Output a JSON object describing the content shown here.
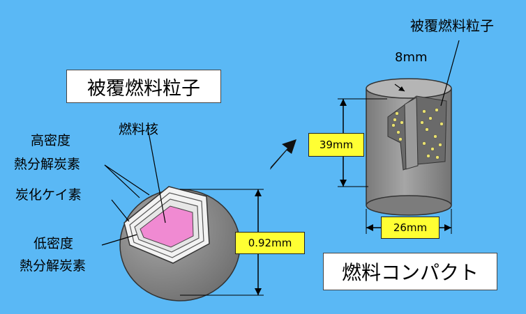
{
  "particle": {
    "title": "被覆燃料粒子",
    "labels": {
      "kernel": "燃料核",
      "high_density_1": "高密度",
      "high_density_2": "熱分解炭素",
      "sic": "炭化ケイ素",
      "low_density_1": "低密度",
      "low_density_2": "熱分解炭素"
    },
    "diameter": "0.92mm"
  },
  "compact": {
    "title": "燃料コンパクト",
    "particle_label": "被覆燃料粒子",
    "inner_gap": "8mm",
    "height": "39mm",
    "width": "26mm"
  },
  "colors": {
    "background": "#5ab8f5",
    "graphite": "#8c8c8c",
    "kernel": "#f08ad2",
    "dimension_box": "#ffff33"
  }
}
